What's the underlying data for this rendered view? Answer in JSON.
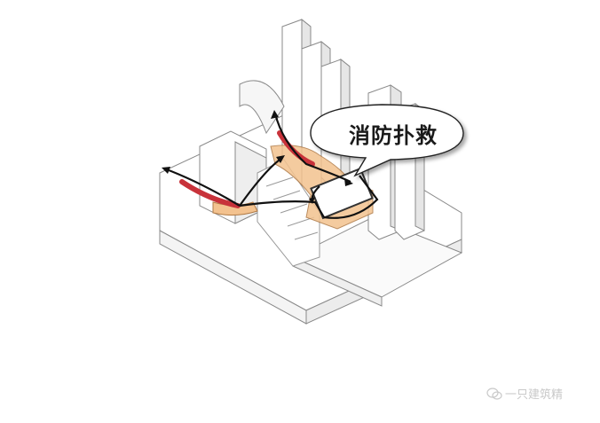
{
  "diagram": {
    "title": "消防扑救",
    "callout_label": "消防扑救",
    "description": "Isometric massing diagram showing fire rescue access routes around a podium with towers",
    "elements": {
      "towers": 5,
      "arrows": "black two-way route arrows",
      "fire_lanes": "red curved bands",
      "rescue_area": "orange shaded plaza/loop"
    },
    "colors": {
      "fire_lane": "#c8323a",
      "rescue_area": "#f3c28f",
      "arrow": "#111111",
      "building_fill": "#ffffff",
      "building_line": "#8a8a8a",
      "shadow": "#d9d9d9"
    }
  },
  "watermark": {
    "icon": "wechat-icon",
    "text": "一只建筑精"
  }
}
